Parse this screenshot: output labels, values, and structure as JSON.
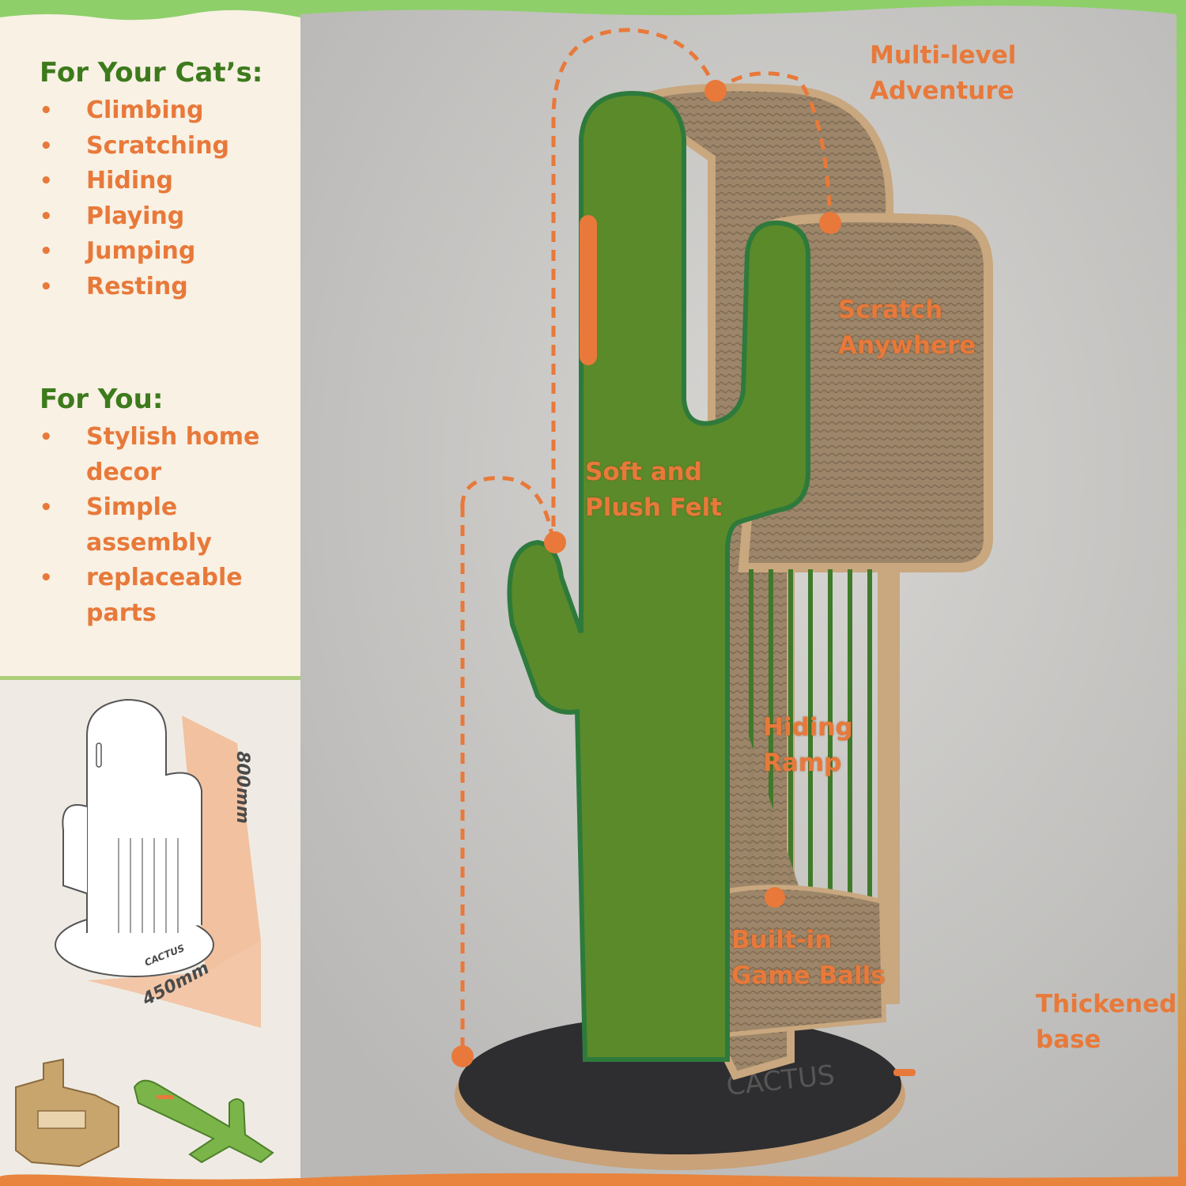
{
  "cat_section": {
    "heading": "For Your Cat’s:",
    "items": [
      "Climbing",
      "Scratching",
      "Hiding",
      "Playing",
      "Jumping",
      "Resting"
    ]
  },
  "you_section": {
    "heading": "For You:",
    "items": [
      "Stylish home decor",
      "Simple assembly",
      "replaceable parts"
    ]
  },
  "callouts": {
    "multi_level": "Multi-level Adventure",
    "scratch": "Scratch Anywhere",
    "felt": "Soft and Plush Felt",
    "hiding": "Hiding Ramp",
    "balls": "Built-in Game Balls",
    "base": "Thickened base"
  },
  "diagram": {
    "height_label": "800mm",
    "width_label": "450mm",
    "brand_label": "CACTUS"
  },
  "product": {
    "base_label": "CACTUS"
  },
  "colors": {
    "accent_orange": "#e8793a",
    "felt_green": "#5a8a2a",
    "heading_green": "#3d7a1c",
    "cardboard": "#a08a6e",
    "panel_cream": "#f8f1e4"
  }
}
